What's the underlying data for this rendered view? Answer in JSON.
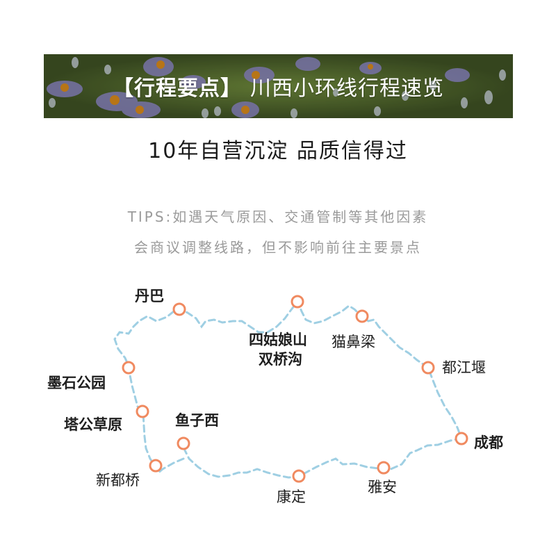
{
  "banner": {
    "title_bold": "【行程要点】",
    "title_light": "川西小环线行程速览"
  },
  "slogan": "10年自营沉淀 品质信得过",
  "tips": {
    "line1": "TIPS:如遇天气原因、交通管制等其他因素",
    "line2": "会商议调整线路，但不影响前往主要景点"
  },
  "colors": {
    "route_line": "#9fcfe3",
    "stop_marker": "#f08a60",
    "label_text": "#1e1e1e",
    "tips_text": "#9a9a9a"
  },
  "map": {
    "stops": [
      {
        "name": "成都",
        "bold": true
      },
      {
        "name": "都江堰",
        "bold": false
      },
      {
        "name": "猫鼻梁",
        "bold": false
      },
      {
        "name": "四姑娘山",
        "sub": "双桥沟",
        "bold": true
      },
      {
        "name": "丹巴",
        "bold": true
      },
      {
        "name": "墨石公园",
        "bold": true
      },
      {
        "name": "塔公草原",
        "bold": true
      },
      {
        "name": "新都桥",
        "bold": false
      },
      {
        "name": "鱼子西",
        "bold": true
      },
      {
        "name": "康定",
        "bold": false
      },
      {
        "name": "雅安",
        "bold": false
      }
    ]
  }
}
